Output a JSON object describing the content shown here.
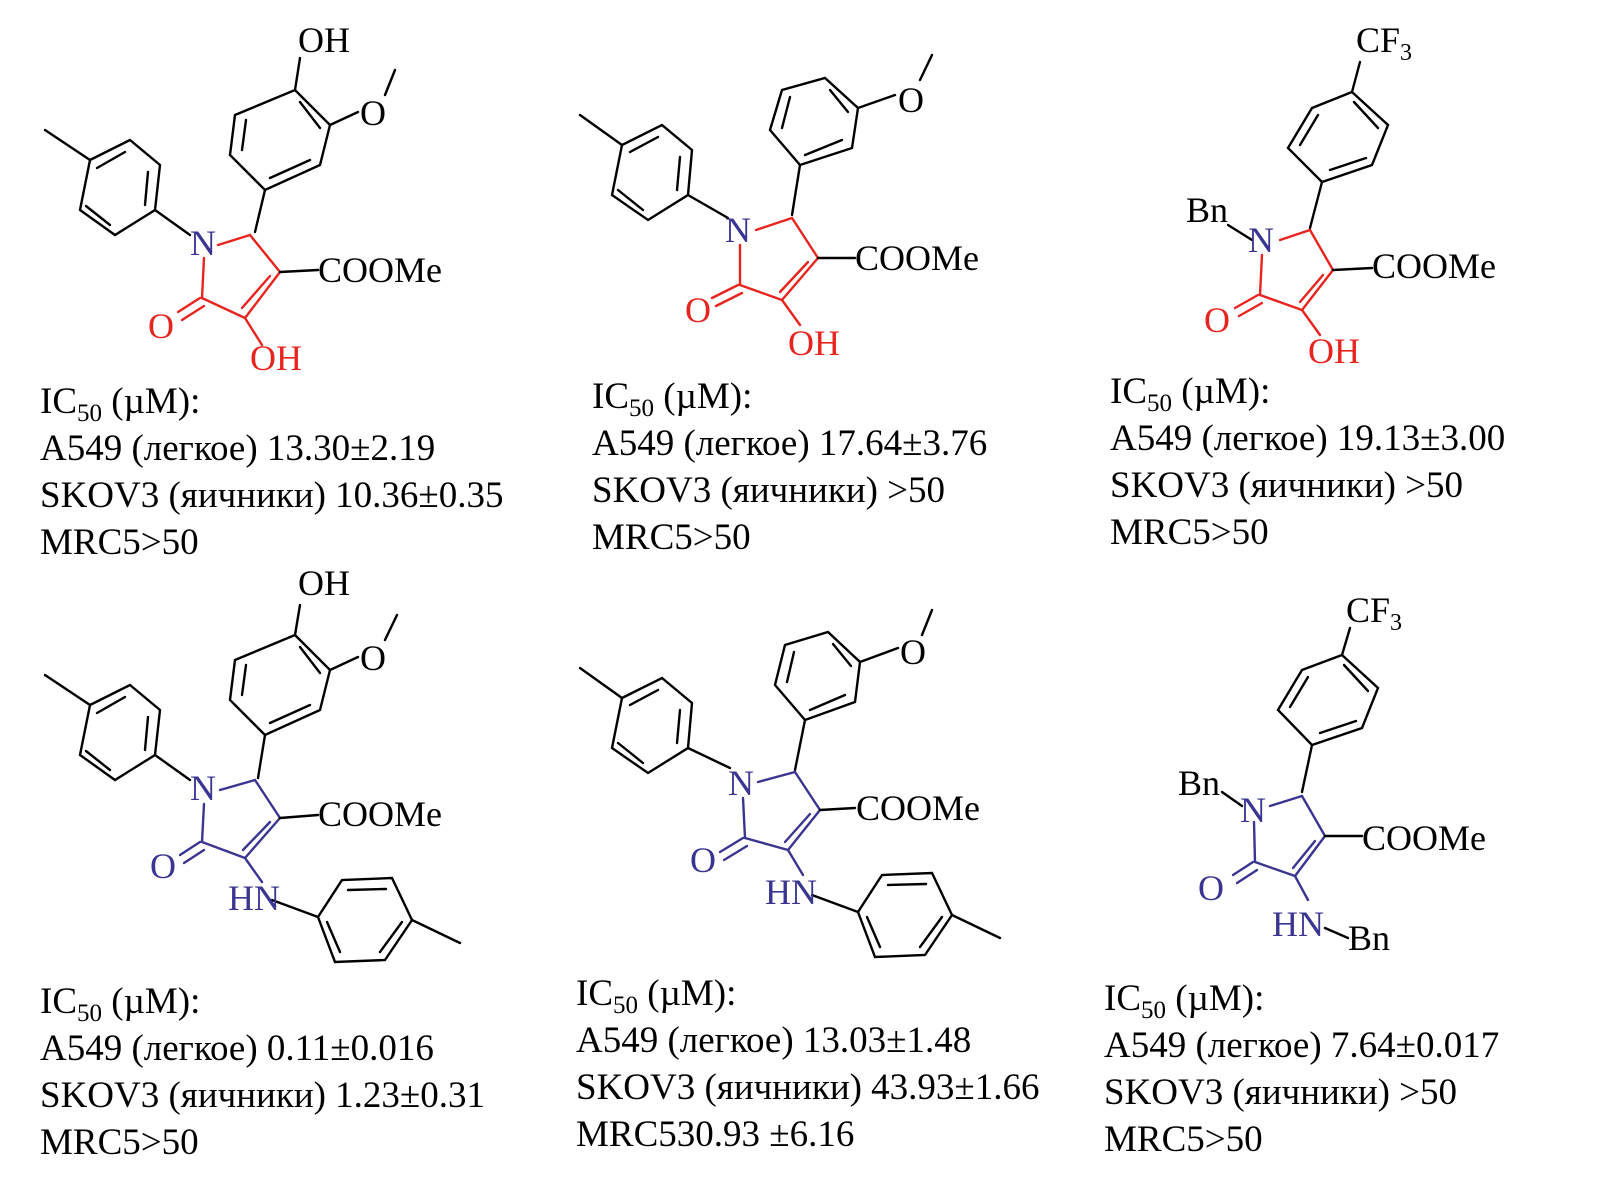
{
  "compounds": [
    {
      "id": "c1",
      "labels": {
        "oh_top": "OH",
        "ome_o": "O",
        "n": "N",
        "ester": "COOMe",
        "carbonyl_o": "O",
        "sub": "OH"
      },
      "ic50": {
        "header_main": "IC",
        "header_sub": "50",
        "header_tail": " (µM):",
        "a549": "A549 (легкое) 13.30±2.19",
        "skov3": "SKOV3 (яичники) 10.36±0.35",
        "mrc5": "MRC5>50"
      }
    },
    {
      "id": "c2",
      "labels": {
        "ome_o": "O",
        "n": "N",
        "ester": "COOMe",
        "carbonyl_o": "O",
        "sub": "OH"
      },
      "ic50": {
        "header_main": "IC",
        "header_sub": "50",
        "header_tail": " (µM):",
        "a549": "A549 (легкое) 17.64±3.76",
        "skov3": "SKOV3 (яичники) >50",
        "mrc5": "MRC5>50"
      }
    },
    {
      "id": "c3",
      "labels": {
        "cf3_main": "CF",
        "cf3_sub": "3",
        "bn": "Bn",
        "n": "N",
        "ester": "COOMe",
        "carbonyl_o": "O",
        "sub": "OH"
      },
      "ic50": {
        "header_main": "IC",
        "header_sub": "50",
        "header_tail": " (µM):",
        "a549": "A549 (легкое) 19.13±3.00",
        "skov3": "SKOV3 (яичники) >50",
        "mrc5": "MRC5>50"
      }
    },
    {
      "id": "c4",
      "labels": {
        "oh_top": "OH",
        "ome_o": "O",
        "n": "N",
        "ester": "COOMe",
        "carbonyl_o": "O",
        "sub": "HN"
      },
      "ic50": {
        "header_main": "IC",
        "header_sub": "50",
        "header_tail": " (µM):",
        "a549": "A549 (легкое) 0.11±0.016",
        "skov3": "SKOV3 (яичники) 1.23±0.31",
        "mrc5": "MRC5>50"
      }
    },
    {
      "id": "c5",
      "labels": {
        "ome_o": "O",
        "n": "N",
        "ester": "COOMe",
        "carbonyl_o": "O",
        "sub": "HN"
      },
      "ic50": {
        "header_main": "IC",
        "header_sub": "50",
        "header_tail": " (µM):",
        "a549": "A549 (легкое) 13.03±1.48",
        "skov3": "SKOV3 (яичники) 43.93±1.66",
        "mrc5": "MRC530.93 ±6.16"
      }
    },
    {
      "id": "c6",
      "labels": {
        "cf3_main": "CF",
        "cf3_sub": "3",
        "bn": "Bn",
        "n": "N",
        "ester": "COOMe",
        "carbonyl_o": "O",
        "sub": "HN",
        "sub_bn": "Bn"
      },
      "ic50": {
        "header_main": "IC",
        "header_sub": "50",
        "header_tail": " (µM):",
        "a549": "A549 (легкое) 7.64±0.017",
        "skov3": "SKOV3 (яичники) >50",
        "mrc5": "MRC5>50"
      }
    }
  ],
  "colors": {
    "core_top_row": "#e8241f",
    "core_bottom_row": "#3a3590",
    "default": "#000000"
  }
}
